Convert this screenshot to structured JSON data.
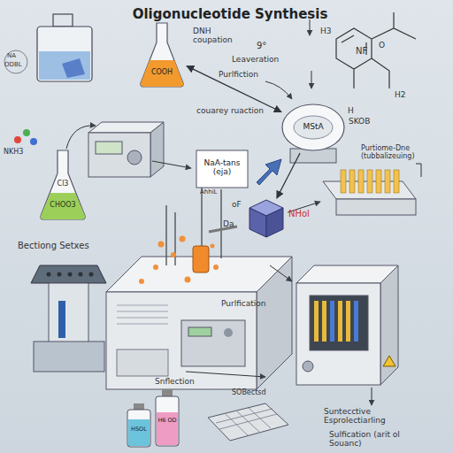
{
  "diagram": {
    "title": "Oligonucleotide Synthesis",
    "nodes": [
      {
        "text": [
          "COOH"
        ]
      },
      {
        "text": [
          "Cl3",
          "CHOO3"
        ]
      },
      {
        "text": [
          "MStA"
        ]
      },
      {
        "text": [
          "NaA-tans (eja)"
        ]
      },
      {
        "text": [
          "NHol"
        ]
      },
      {
        "text": [
          "H6 OD"
        ]
      },
      {
        "text": [
          "HSOL"
        ]
      }
    ],
    "edges": [
      {
        "from": 0,
        "to": 2,
        "arrow": "both",
        "label": "Purlfiction"
      },
      {
        "from": 2,
        "to": 4,
        "arrow": "to"
      }
    ],
    "labels": [
      "NA",
      "ODBL",
      "DNH coupation",
      "9°",
      "Leaveration",
      "couarey ruaction",
      "H",
      "SKOB",
      "H3",
      "O",
      "NF",
      "H2",
      "NKH3",
      "AhhiL",
      "oF",
      "Da",
      "Purtiome-Dne (tubbalizeuing)",
      "Bectiong Setxes",
      "Purlfication",
      "Snflection",
      "SOBectsd",
      "Suntecctive Esprolectiarling",
      "Sulfication (arit ol Souanc)"
    ]
  }
}
